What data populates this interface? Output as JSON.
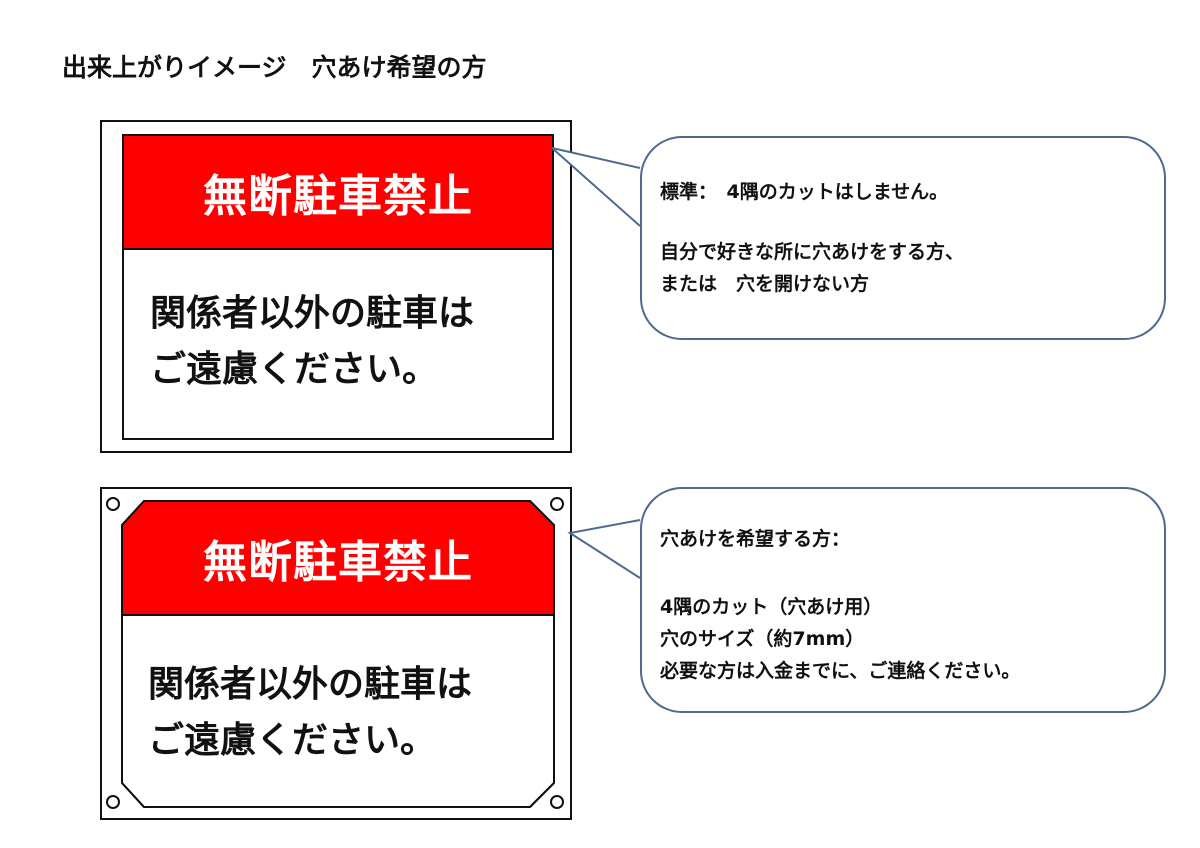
{
  "page_title": "出来上がりイメージ　穴あけ希望の方",
  "sign_standard": {
    "heading": "無断駐車禁止",
    "body_lines": [
      "関係者以外の駐車は",
      "ご遠慮ください。"
    ],
    "band_color": "#ff0000"
  },
  "sign_holes": {
    "heading": "無断駐車禁止",
    "body_lines": [
      "関係者以外の駐車は",
      "ご遠慮ください。"
    ],
    "band_color": "#ff0000"
  },
  "callout_standard": {
    "title": "標準：　4隅のカットはしません。",
    "lines": [
      "自分で好きな所に穴あけをする方、",
      "または　穴を開けない方"
    ]
  },
  "callout_holes": {
    "title": "穴あけを希望する方：",
    "lines": [
      "4隅のカット（穴あけ用）",
      "穴のサイズ（約7mm）",
      "必要な方は入金までに、ご連絡ください。"
    ]
  },
  "colors": {
    "callout_border": "#4f6a8f",
    "sign_text": "#111111"
  }
}
